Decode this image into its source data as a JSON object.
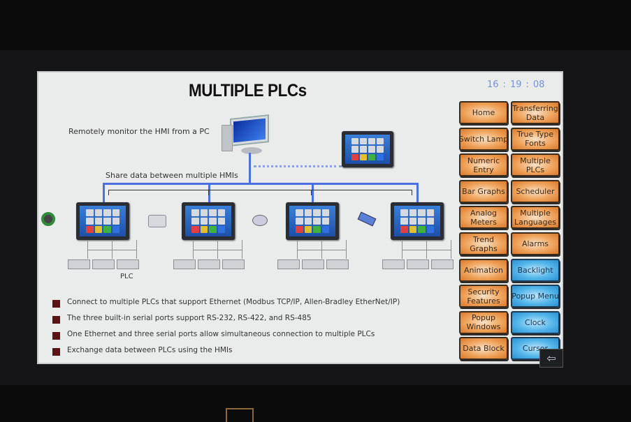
{
  "title": "MULTIPLE PLCs",
  "clock": {
    "hour": "16",
    "minute": "19",
    "second": "08"
  },
  "diagram": {
    "pc_label": "Remotely monitor the HMI from a PC",
    "share_label": "Share data between multiple HMIs",
    "plc_label": "PLC"
  },
  "bullets": [
    "Connect to multiple PLCs that support Ethernet (Modbus TCP/IP, Allen-Bradley EtherNet/IP)",
    "The three built-in serial ports support RS-232, RS-422, and RS-485",
    "One Ethernet and three serial ports allow simultaneous connection to multiple PLCs",
    "Exchange data between PLCs using the HMIs"
  ],
  "menu_left": [
    "Home",
    "Switch Lamp",
    "Numeric Entry",
    "Bar Graphs",
    "Analog Meters",
    "Trend Graphs",
    "Animation",
    "Security Features",
    "Popup Windows",
    "Data Block"
  ],
  "menu_right": [
    "Transferring Data",
    "True Type Fonts",
    "Multiple PLCs",
    "Scheduler",
    "Multiple Languages",
    "Alarms",
    "Backlight",
    "Popup Menu",
    "Clock",
    "Cursor"
  ],
  "colors": {
    "orange": "#f0a45c",
    "blue": "#54b6ea",
    "bus": "#4c6fe0",
    "bullet": "#5a1418"
  },
  "back_icon": "arrow-left-icon"
}
